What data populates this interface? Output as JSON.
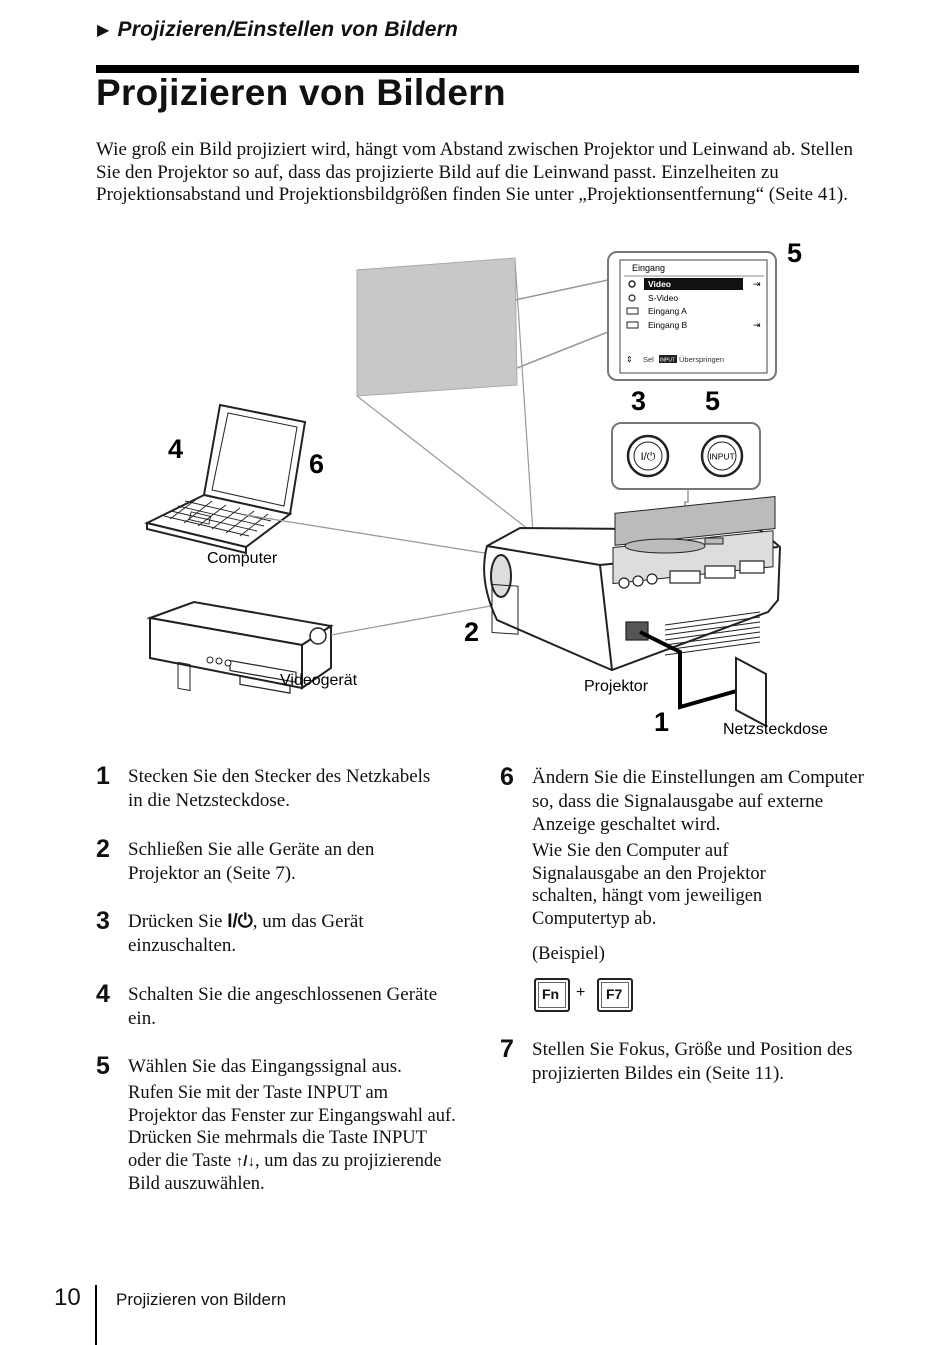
{
  "header": {
    "section": "Projizieren/Einstellen von Bildern",
    "title": "Projizieren von Bildern"
  },
  "intro": "Wie groß ein Bild projiziert wird, hängt vom Abstand zwischen Projektor und Leinwand ab. Stellen Sie den Projektor so auf, dass das projizierte Bild auf die Leinwand passt. Einzelheiten zu Projektionsabstand und Projektionsbildgrößen finden Sie unter „Projektionsentfernung“ (Seite 41).",
  "diagram": {
    "menu": {
      "title": "Eingang",
      "items": [
        "Video",
        "S-Video",
        "Eingang A",
        "Eingang B"
      ],
      "footer_sel": "Sel",
      "footer_key": "INPUT",
      "footer_skip": "Überspringen"
    },
    "labels": {
      "computer": "Computer",
      "video": "Videogerät",
      "projector": "Projektor",
      "outlet": "Netzsteckdose",
      "input_button": "INPUT",
      "power_button": "I/⏻"
    },
    "callouts": {
      "menu": "5",
      "power": "3",
      "input": "5",
      "computer_a": "4",
      "computer_b": "6",
      "video": "2",
      "outlet": "1"
    }
  },
  "steps": [
    {
      "num": "1",
      "text": "Stecken Sie den Stecker des Netzkabels in die Netzsteckdose."
    },
    {
      "num": "2",
      "text": "Schließen Sie alle Geräte an den Projektor an (Seite 7)."
    },
    {
      "num": "3",
      "text_a": "Drücken Sie ",
      "symbol": "I/⏻",
      "text_b": ", um das Gerät einzuschalten."
    },
    {
      "num": "4",
      "text": "Schalten Sie die angeschlossenen Geräte ein."
    },
    {
      "num": "5",
      "text": "Wählen Sie das Eingangssignal aus.",
      "detail_a": "Rufen Sie mit der Taste INPUT am Projektor das Fenster zur Eingangswahl auf. Drücken Sie mehrmals die Taste INPUT oder die Taste ",
      "arrows": "↑/↓",
      "detail_b": ", um das zu projizierende Bild auszuwählen."
    },
    {
      "num": "6",
      "text": "Ändern Sie die Einstellungen am Computer so, dass die Signalausgabe auf externe Anzeige geschaltet wird.",
      "detail": "Wie Sie den Computer auf Signalausgabe an den Projektor schalten, hängt vom jeweiligen Computertyp ab.",
      "example": "(Beispiel)",
      "key1": "Fn",
      "plus": "+",
      "key2": "F7"
    },
    {
      "num": "7",
      "text": "Stellen Sie Fokus, Größe und Position des projizierten Bildes ein (Seite 11)."
    }
  ],
  "footer": {
    "page_number": "10",
    "label": "Projizieren von Bildern"
  }
}
